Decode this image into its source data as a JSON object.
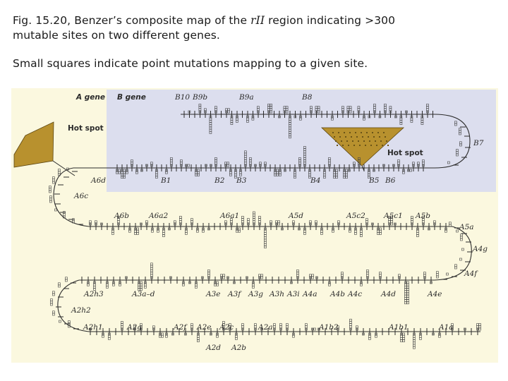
{
  "caption": {
    "line1_prefix": "Fig. 15.20, Benzer’s composite map of the ",
    "line1_region": "rII",
    "line1_suffix": " region indicating >300",
    "line2": "mutable sites on two different genes.",
    "note": "Small squares indicate point mutations mapping to a given site."
  },
  "colors": {
    "page_bg": "#ffffff",
    "figure_bg": "#fbf8df",
    "b_gene_panel": "#dcdeee",
    "hotspot_fill": "#b8912e",
    "ink": "#2b2b2b"
  },
  "figure": {
    "gene_labels": {
      "a": "A gene",
      "b": "B gene"
    },
    "hotspot_label": "Hot spot",
    "b_top_labels": [
      "B10",
      "B9b",
      "B9a",
      "B8"
    ],
    "b_right_label": "B7",
    "b_bottom_labels": [
      "B1",
      "B2",
      "B3",
      "B4",
      "B5",
      "B6"
    ],
    "a_segment_labels_left": [
      "A6d",
      "A6c"
    ],
    "row2_labels": [
      "A6b",
      "A6a2",
      "A6a1",
      "A5d",
      "A5c2",
      "A5c1",
      "A5b"
    ],
    "right_curve_labels": [
      "A5a",
      "A4g",
      "A4f"
    ],
    "row3_labels": [
      "A2h3",
      "A3a–d",
      "A3e",
      "A3f",
      "A3g",
      "A3h",
      "A3i",
      "A4a",
      "A4b",
      "A4c",
      "A4d",
      "A4e"
    ],
    "left_curve_labels": [
      "A2h2"
    ],
    "row4_top_labels": [
      "A2h1",
      "A2g",
      "A2f",
      "A2e",
      "A2c",
      "A2a",
      "A1b2",
      "A1b1",
      "A1a"
    ],
    "row4_bottom_labels": [
      "A2d",
      "A2b"
    ]
  }
}
